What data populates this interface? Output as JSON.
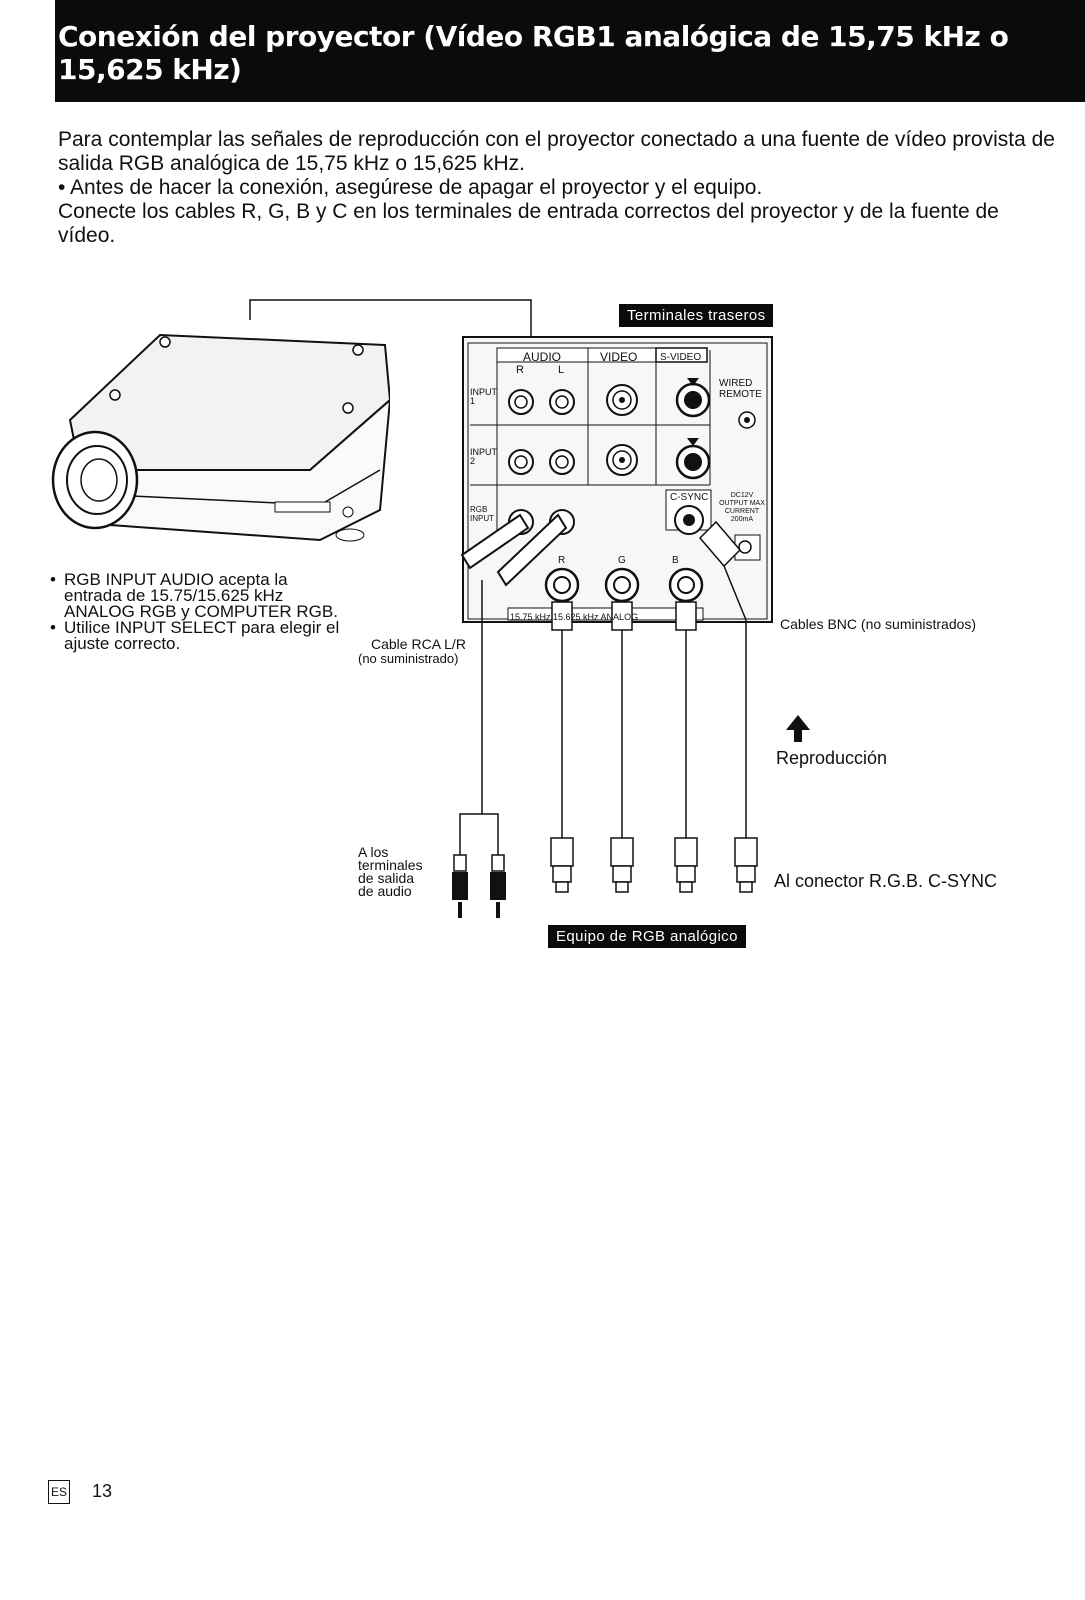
{
  "header": {
    "title": "Conexión del proyector (Vídeo RGB1 analógica de 15,75 kHz o 15,625 kHz)"
  },
  "intro": {
    "line1": "Para contemplar las señales de reproducción con el proyector conectado a una fuente de vídeo provista de salida RGB analógica de 15,75 kHz o 15,625 kHz.",
    "line2": "• Antes de hacer la conexión, asegúrese de apagar el proyector y el equipo.",
    "line3": "Conecte los cables R, G, B y C en los terminales de entrada correctos del proyector y de la fuente de vídeo."
  },
  "diagram": {
    "rear_label": "Terminales traseros",
    "audio": "AUDIO",
    "video": "VIDEO",
    "svideo": "S-VIDEO",
    "r": "R",
    "l": "L",
    "input1": "INPUT 1",
    "input2": "INPUT 2",
    "rgb_input": "RGB INPUT",
    "wired_remote": "WIRED REMOTE",
    "csync": "C-SYNC",
    "dc12v": "DC12V OUTPUT MAX CURRENT 200mA",
    "bnc_r": "R",
    "bnc_g": "G",
    "bnc_b": "B",
    "strip": "15.75 kHz 15.625 kHz ANALOG",
    "cable_rca": "Cable RCA L/R",
    "cable_rca_sub": "(no suministrado)",
    "cables_bnc": "Cables BNC (no suministrados)",
    "reproduccion": "Reproducción",
    "audio_terminals": "A los terminales de salida de audio",
    "rgb_connector": "Al conector R.G.B. C-SYNC",
    "equipment_label": "Equipo de RGB analógico"
  },
  "notes": [
    "RGB INPUT AUDIO acepta la entrada de 15.75/15.625 kHz ANALOG RGB y COMPUTER RGB.",
    "Utilice INPUT SELECT para elegir el ajuste correcto."
  ],
  "footer": {
    "lang": "ES",
    "page": "13"
  }
}
